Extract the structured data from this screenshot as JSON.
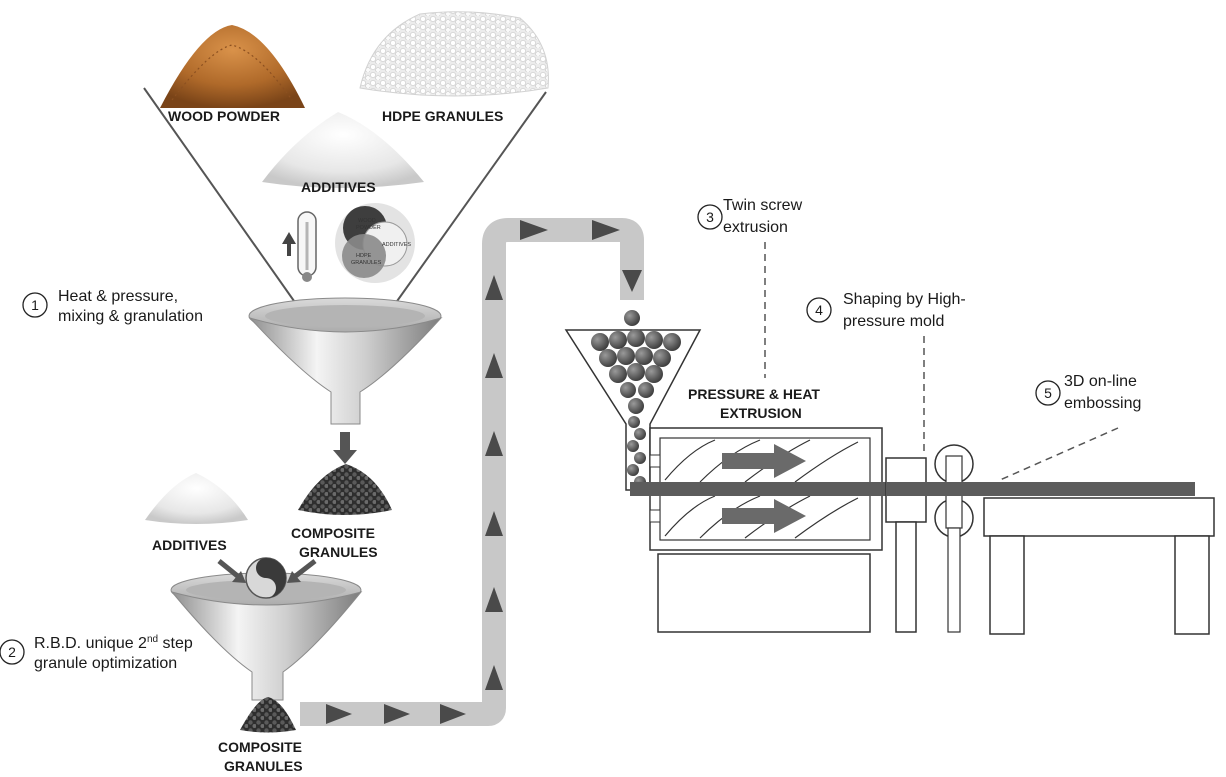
{
  "materials": {
    "wood_powder": "WOOD POWDER",
    "hdpe_granules": "HDPE GRANULES",
    "additives_top": "ADDITIVES",
    "additives_mid": "ADDITIVES",
    "composite_1_line1": "COMPOSITE",
    "composite_1_line2": "GRANULES",
    "composite_2_line1": "COMPOSITE",
    "composite_2_line2": "GRANULES"
  },
  "venn": {
    "wood": [
      "WOOD",
      "POWDER"
    ],
    "hdpe": [
      "HDPE",
      "GRANULES"
    ],
    "additives": "ADDITIVES"
  },
  "steps": [
    {
      "number": "1",
      "line1": "Heat & pressure,",
      "line2": "mixing & granulation"
    },
    {
      "number": "2",
      "line1": "R.B.D. unique 2",
      "sup": "nd",
      "line1_end": " step",
      "line2": "granule optimization"
    },
    {
      "number": "3",
      "line1": "Twin screw",
      "line2": "extrusion"
    },
    {
      "number": "4",
      "line1": "Shaping by High-",
      "line2": "pressure mold"
    },
    {
      "number": "5",
      "line1": "3D on-line",
      "line2": "embossing"
    }
  ],
  "extruder": {
    "line1": "PRESSURE & HEAT",
    "line2": "EXTRUSION"
  },
  "colors": {
    "conveyor": "#c8c8c8",
    "arrow": "#4a4a4a",
    "granule": "#4f4f4f",
    "funnel_light": "#ececec",
    "funnel_dark": "#9a9a9a",
    "wood": "#b06a2a",
    "machine_stroke": "#333333"
  }
}
